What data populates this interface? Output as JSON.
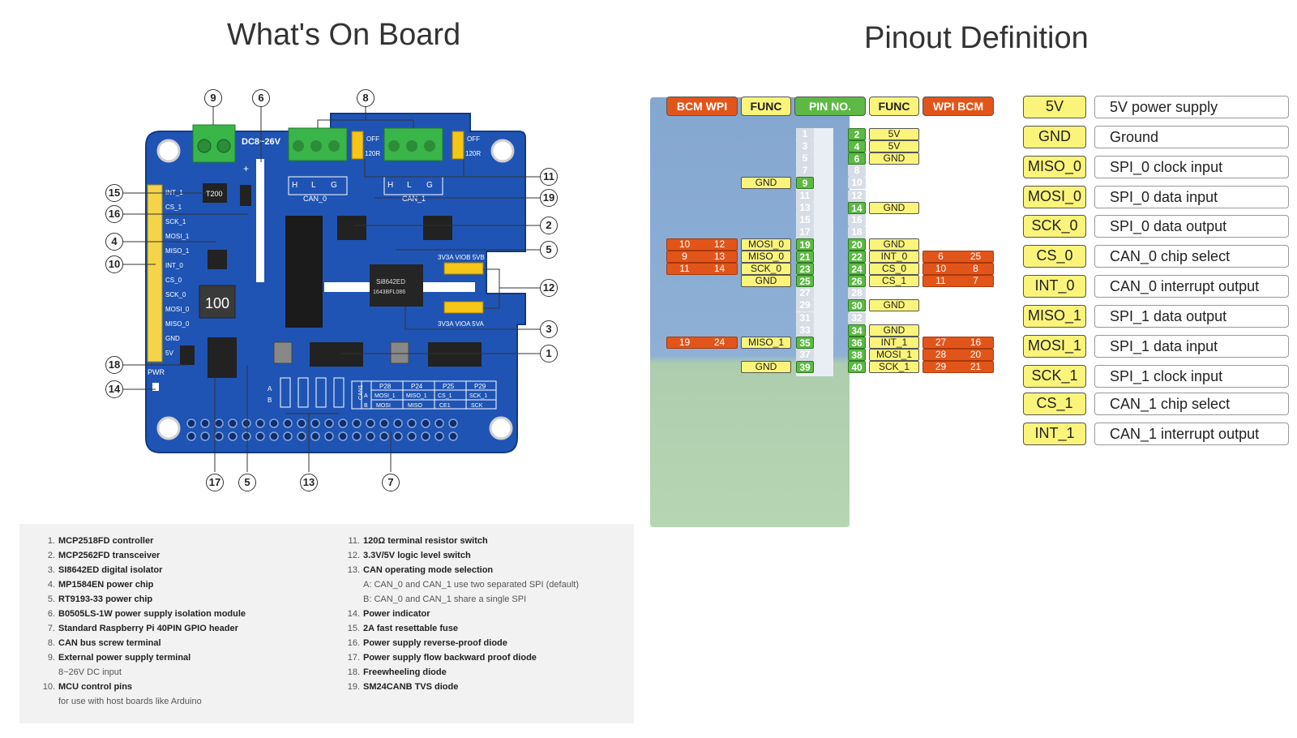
{
  "titles": {
    "left": "What's On Board",
    "right": "Pinout Definition"
  },
  "board": {
    "voltage_label": "DC8~26V",
    "plus_label": "+",
    "chip_t200": "T200",
    "inductor_label": "100",
    "isolator_text": "Si8642ED",
    "isolator_text2": "1643BFL086",
    "can0_label": "CAN_0",
    "can1_label": "CAN_1",
    "hlg": [
      "H",
      "L",
      "G"
    ],
    "off_label": "OFF",
    "r120_label": "120R",
    "sw_top": "3V3A VIOB 5VB",
    "sw_bottom": "3V3A VIOA 5VA",
    "pwr_label": "PWR",
    "side_pins": [
      "INT_1",
      "CS_1",
      "SCK_1",
      "MOSI_1",
      "MISO_1",
      "INT_0",
      "CS_0",
      "SCK_0",
      "MOSI_0",
      "MISO_0",
      "GND",
      "5V"
    ],
    "mode_letters": [
      "A",
      "B"
    ],
    "mode_table": {
      "side": "CAN1",
      "rowA": "A",
      "rowB": "B",
      "headers": [
        "P28",
        "P24",
        "P25",
        "P29"
      ],
      "a_row": [
        "MOSI_1",
        "MISO_1",
        "CS_1",
        "SCK_1"
      ],
      "b_row": [
        "MOSI",
        "MISO",
        "CE1",
        "SCK"
      ]
    }
  },
  "callouts": [
    {
      "n": "9"
    },
    {
      "n": "6"
    },
    {
      "n": "8"
    },
    {
      "n": "11"
    },
    {
      "n": "19"
    },
    {
      "n": "15"
    },
    {
      "n": "16"
    },
    {
      "n": "2"
    },
    {
      "n": "4"
    },
    {
      "n": "5"
    },
    {
      "n": "10"
    },
    {
      "n": "12"
    },
    {
      "n": "3"
    },
    {
      "n": "1"
    },
    {
      "n": "18"
    },
    {
      "n": "14"
    },
    {
      "n": "17"
    },
    {
      "n": "5"
    },
    {
      "n": "13"
    },
    {
      "n": "7"
    }
  ],
  "notes": {
    "col1": [
      {
        "num": "1.",
        "text": "MCP2518FD controller"
      },
      {
        "num": "2.",
        "text": "MCP2562FD transceiver"
      },
      {
        "num": "3.",
        "text": "SI8642ED digital isolator"
      },
      {
        "num": "4.",
        "text": "MP1584EN power chip"
      },
      {
        "num": "5.",
        "text": "RT9193-33 power chip"
      },
      {
        "num": "6.",
        "text": "B0505LS-1W power supply isolation module"
      },
      {
        "num": "7.",
        "text": "Standard Raspberry Pi 40PIN GPIO header"
      },
      {
        "num": "8.",
        "text": "CAN bus screw terminal"
      },
      {
        "num": "9.",
        "text": "External power supply terminal"
      },
      {
        "num": "",
        "text": "8~26V DC input",
        "sub": true
      },
      {
        "num": "10.",
        "text": "MCU control pins"
      },
      {
        "num": "",
        "text": "for use with host boards like Arduino",
        "sub": true
      }
    ],
    "col2": [
      {
        "num": "11.",
        "text": "120Ω terminal resistor switch"
      },
      {
        "num": "12.",
        "text": "3.3V/5V logic level switch"
      },
      {
        "num": "13.",
        "text": "CAN operating mode selection"
      },
      {
        "num": "",
        "text": "A: CAN_0 and CAN_1 use two separated SPI (default)",
        "sub": true
      },
      {
        "num": "",
        "text": "B: CAN_0 and CAN_1 share a single SPI",
        "sub": true
      },
      {
        "num": "14.",
        "text": "Power indicator"
      },
      {
        "num": "15.",
        "text": "2A fast resettable fuse"
      },
      {
        "num": "16.",
        "text": "Power supply reverse-proof diode"
      },
      {
        "num": "17.",
        "text": "Power supply flow backward proof diode"
      },
      {
        "num": "18.",
        "text": "Freewheeling diode"
      },
      {
        "num": "19.",
        "text": "SM24CANB TVS diode"
      }
    ]
  },
  "pinout": {
    "headers": {
      "bcm_wpi_left": "BCM  WPI",
      "func_left": "FUNC",
      "pin_no": "PIN NO.",
      "func_right": "FUNC",
      "wpi_bcm_right": "WPI  BCM"
    },
    "rows": [
      {
        "l": "1",
        "r": "2",
        "rf": "5V"
      },
      {
        "l": "3",
        "r": "4",
        "rf": "5V"
      },
      {
        "l": "5",
        "r": "6",
        "rf": "GND"
      },
      {
        "l": "7",
        "r": "8"
      },
      {
        "l": "9",
        "r": "10",
        "lf": "GND"
      },
      {
        "l": "11",
        "r": "12"
      },
      {
        "l": "13",
        "r": "14",
        "rf": "GND"
      },
      {
        "l": "15",
        "r": "16"
      },
      {
        "l": "17",
        "r": "18"
      },
      {
        "l": "19",
        "r": "20",
        "lb": "10",
        "lw": "12",
        "lf": "MOSI_0",
        "rf": "GND"
      },
      {
        "l": "21",
        "r": "22",
        "lb": "9",
        "lw": "13",
        "lf": "MISO_0",
        "rf": "INT_0",
        "rw": "6",
        "rb": "25"
      },
      {
        "l": "23",
        "r": "24",
        "lb": "11",
        "lw": "14",
        "lf": "SCK_0",
        "rf": "CS_0",
        "rw": "10",
        "rb": "8"
      },
      {
        "l": "25",
        "r": "26",
        "lf": "GND",
        "rf": "CS_1",
        "rw": "11",
        "rb": "7"
      },
      {
        "l": "27",
        "r": "28"
      },
      {
        "l": "29",
        "r": "30",
        "rf": "GND"
      },
      {
        "l": "31",
        "r": "32"
      },
      {
        "l": "33",
        "r": "34",
        "rf": "GND"
      },
      {
        "l": "35",
        "r": "36",
        "lb": "19",
        "lw": "24",
        "lf": "MISO_1",
        "rf": "INT_1",
        "rw": "27",
        "rb": "16"
      },
      {
        "l": "37",
        "r": "38",
        "rf": "MOSI_1",
        "rw": "28",
        "rb": "20"
      },
      {
        "l": "39",
        "r": "40",
        "lf": "GND",
        "rf": "SCK_1",
        "rw": "29",
        "rb": "21"
      }
    ]
  },
  "legend": [
    {
      "key": "5V",
      "desc": "5V power supply"
    },
    {
      "key": "GND",
      "desc": "Ground"
    },
    {
      "key": "MISO_0",
      "desc": "SPI_0 clock input"
    },
    {
      "key": "MOSI_0",
      "desc": "SPI_0 data input"
    },
    {
      "key": "SCK_0",
      "desc": "SPI_0 data output"
    },
    {
      "key": "CS_0",
      "desc": "CAN_0 chip select"
    },
    {
      "key": "INT_0",
      "desc": "CAN_0 interrupt output"
    },
    {
      "key": "MISO_1",
      "desc": "SPI_1 data output"
    },
    {
      "key": "MOSI_1",
      "desc": "SPI_1 data input"
    },
    {
      "key": "SCK_1",
      "desc": "SPI_1 clock input"
    },
    {
      "key": "CS_1",
      "desc": "CAN_1 chip select"
    },
    {
      "key": "INT_1",
      "desc": "CAN_1 interrupt output"
    }
  ]
}
